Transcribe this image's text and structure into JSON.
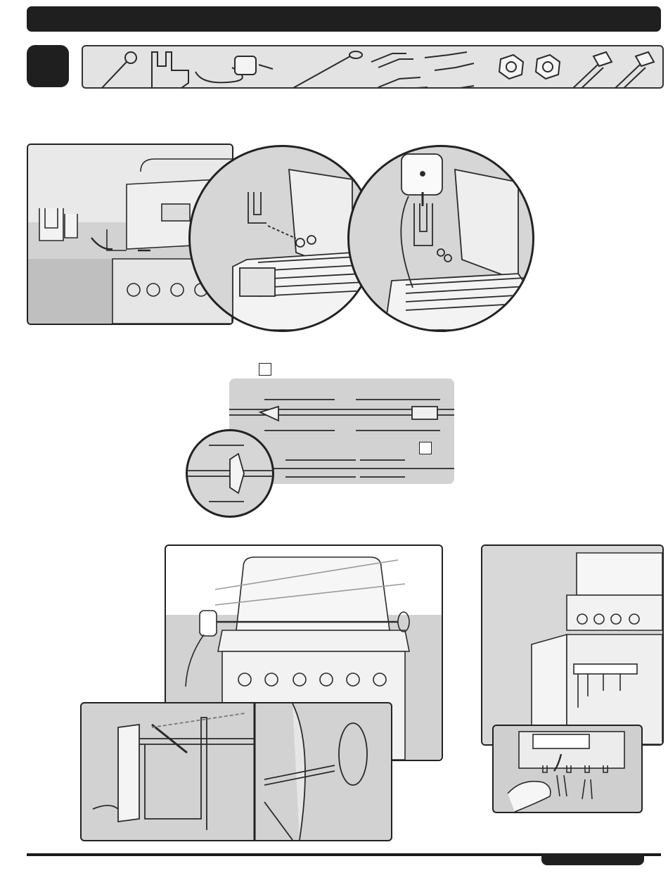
{
  "colors": {
    "header": "#1f1f1f",
    "panel_fill": "#d2d2d2",
    "panel_dark": "#b6b6b6",
    "line": "#2a2a2a",
    "background": "#ffffff"
  },
  "parts": [
    {
      "icon": "wrench-icon"
    },
    {
      "icon": "motor-bracket-icon"
    },
    {
      "icon": "rotisserie-motor-icon"
    },
    {
      "icon": "spit-rod-icon"
    },
    {
      "icon": "meat-fork-icon"
    },
    {
      "icon": "meat-fork-icon"
    },
    {
      "icon": "hex-nut-icon"
    },
    {
      "icon": "hex-nut-icon"
    },
    {
      "icon": "bolt-icon"
    },
    {
      "icon": "bolt-icon"
    }
  ],
  "figures": [
    {
      "id": "bracket-install",
      "icon": "grill-bracket-icon"
    },
    {
      "id": "bracket-detail",
      "icon": "bolt-detail-icon"
    },
    {
      "id": "motor-mount-detail",
      "icon": "motor-mount-icon"
    },
    {
      "id": "fork-assembly",
      "icon": "spit-fork-icon"
    },
    {
      "id": "spit-placement",
      "icon": "grill-spit-icon"
    },
    {
      "id": "motor-end-detail",
      "icon": "motor-end-icon"
    },
    {
      "id": "handle-end-detail",
      "icon": "spit-handle-icon"
    },
    {
      "id": "storage",
      "icon": "cabinet-storage-icon"
    },
    {
      "id": "storage-detail",
      "icon": "hanging-forks-icon"
    }
  ]
}
